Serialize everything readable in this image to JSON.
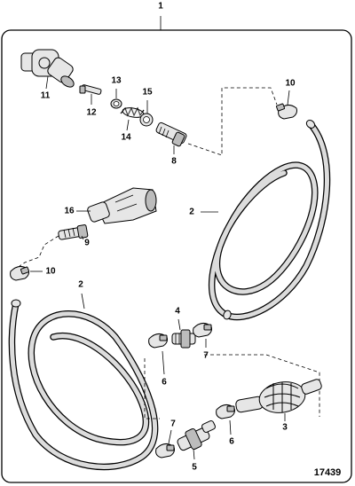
{
  "drawing_number": "17439",
  "callouts": {
    "c1": "1",
    "c2a": "2",
    "c2b": "2",
    "c3": "3",
    "c4": "4",
    "c5": "5",
    "c6a": "6",
    "c6b": "6",
    "c7a": "7",
    "c7b": "7",
    "c8": "8",
    "c9": "9",
    "c10a": "10",
    "c10b": "10",
    "c11": "11",
    "c12": "12",
    "c13": "13",
    "c14": "14",
    "c15": "15",
    "c16": "16"
  }
}
